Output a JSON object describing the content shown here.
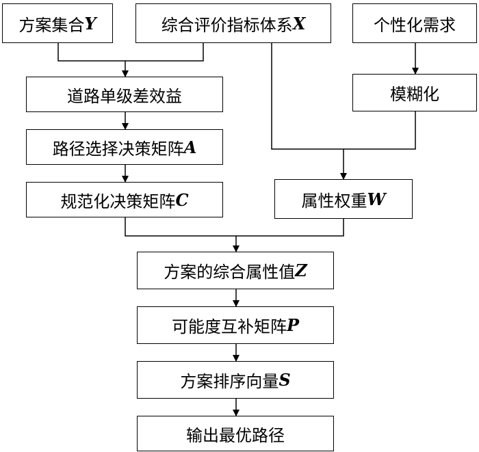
{
  "nodes": {
    "scheme_set": {
      "text": "方案集合",
      "var": "Y"
    },
    "eval_index": {
      "text": "综合评价指标体系",
      "var": "X"
    },
    "personal_demand": {
      "text": "个性化需求",
      "var": ""
    },
    "road_benefit": {
      "text": "道路单级差效益",
      "var": ""
    },
    "fuzzify": {
      "text": "模糊化",
      "var": ""
    },
    "path_matrix": {
      "text": "路径选择决策矩阵",
      "var": "A"
    },
    "norm_matrix": {
      "text": "规范化决策矩阵",
      "var": "C"
    },
    "attr_weight": {
      "text": "属性权重",
      "var": "W"
    },
    "composite_attr": {
      "text": "方案的综合属性值",
      "var": "Z"
    },
    "possibility_matrix": {
      "text": "可能度互补矩阵",
      "var": "P"
    },
    "rank_vector": {
      "text": "方案排序向量",
      "var": "S"
    },
    "output": {
      "text": "输出最优路径",
      "var": ""
    }
  }
}
